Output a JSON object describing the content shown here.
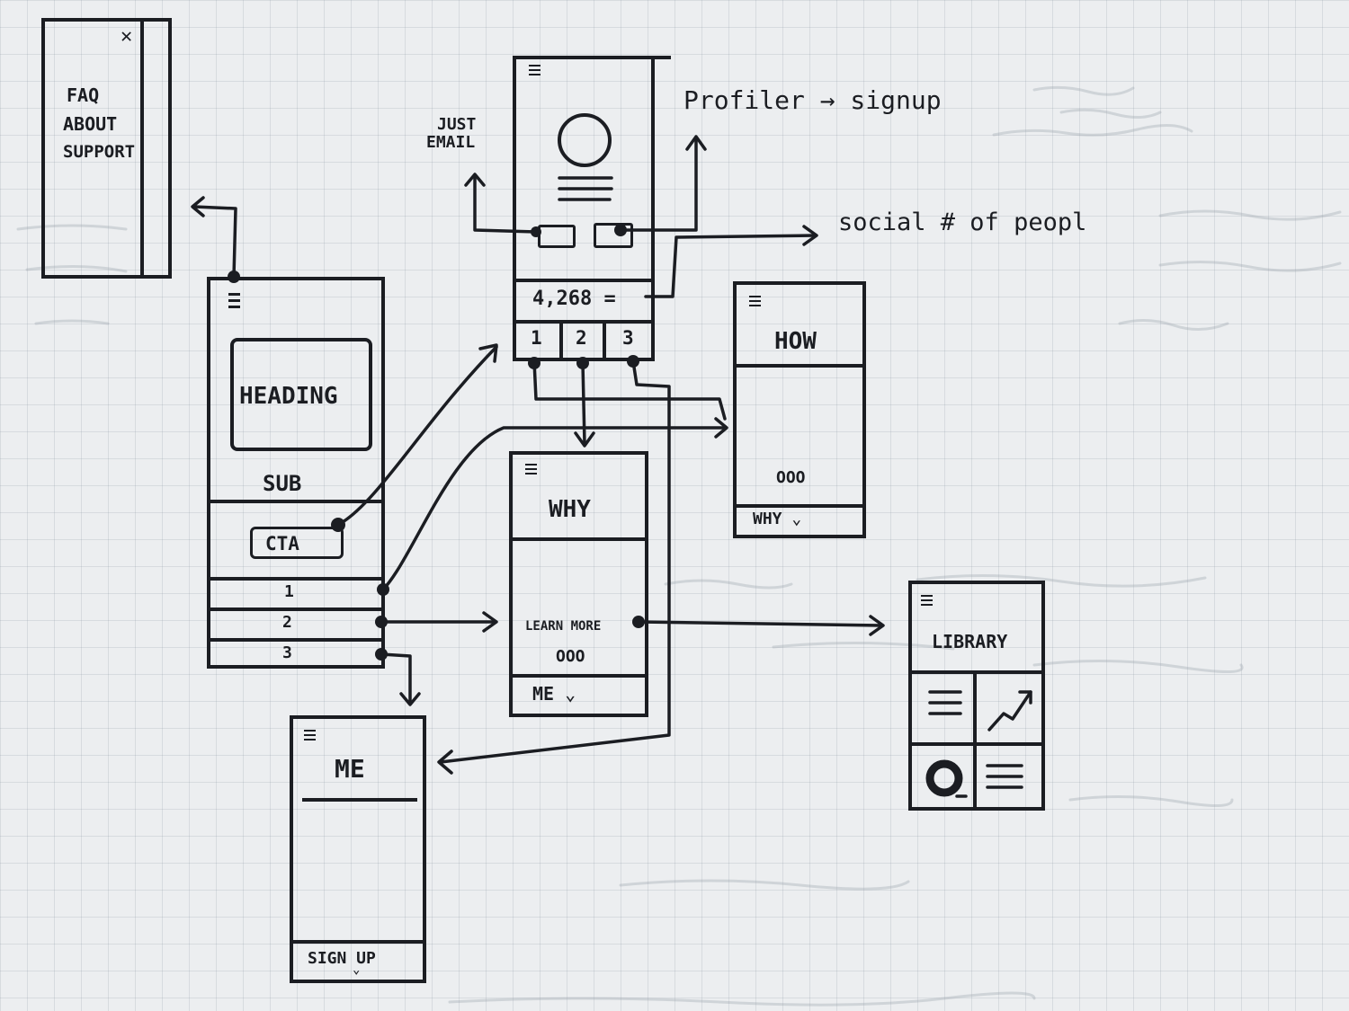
{
  "menu": {
    "close": "✕",
    "items": [
      "FAQ",
      "ABOUT",
      "SUPPORT"
    ]
  },
  "home": {
    "heading": "HEADING",
    "sub": "SUB",
    "cta": "CTA",
    "rows": [
      "1",
      "2",
      "3"
    ]
  },
  "profile": {
    "count": "4,268 =",
    "tabs": [
      "1",
      "2",
      "3"
    ]
  },
  "notes": {
    "just_email": [
      "JUST",
      "EMAIL"
    ],
    "profiler": "Profiler → signup",
    "social": "social # of peopl"
  },
  "why": {
    "title": "WHY",
    "learn_more": "LEARN MORE",
    "dots": "OOO",
    "footer": "ME ⌄"
  },
  "how": {
    "title": "HOW",
    "dots": "OOO",
    "footer": "WHY ⌄"
  },
  "library": {
    "title": "LIBRARY"
  },
  "me": {
    "title": "ME",
    "footer": "SIGN UP",
    "chevron": "⌄"
  },
  "colors": {
    "ink": "#1b1d22",
    "paper": "#eceef0"
  }
}
